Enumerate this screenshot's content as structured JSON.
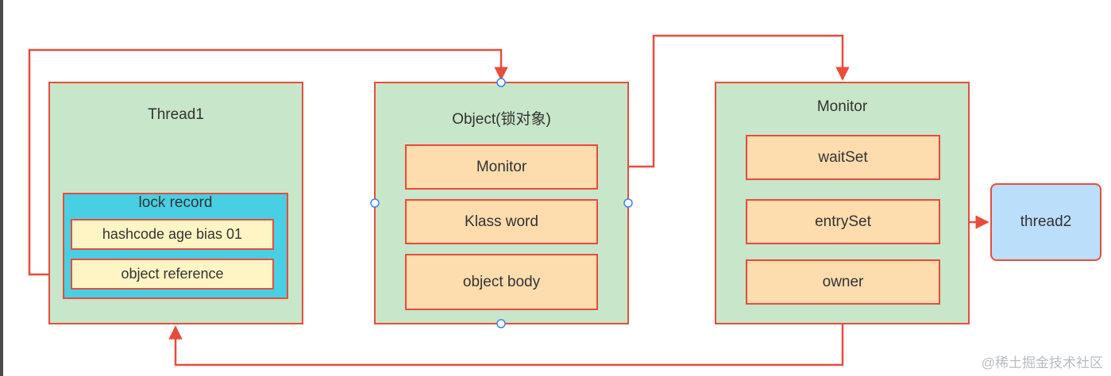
{
  "thread1": {
    "title": "Thread1",
    "lock_record": {
      "title": "lock record",
      "rows": [
        "hashcode age bias 01",
        "object reference"
      ]
    }
  },
  "object": {
    "title": "Object(锁对象)",
    "fields": [
      "Monitor",
      "Klass word",
      "object body"
    ]
  },
  "monitor": {
    "title": "Monitor",
    "fields": [
      "waitSet",
      "entrySet",
      "owner"
    ]
  },
  "thread2": {
    "label": "thread2"
  },
  "watermark": "@稀土掘金技术社区",
  "colors": {
    "container_fill": "#c8e6c9",
    "border": "#e84c3d",
    "field_fill": "#fddcae",
    "lock_record_fill": "#48cfe3",
    "row_fill": "#fff5c4",
    "thread2_fill": "#bbdefb"
  }
}
